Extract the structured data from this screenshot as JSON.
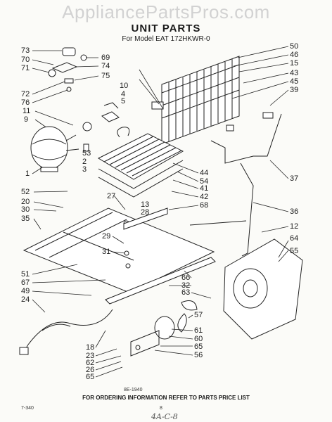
{
  "watermark": "AppliancePartsPros.com",
  "title": "UNIT PARTS",
  "subtitle": "For Model EAT 172HKWR-0",
  "callouts_left": [
    "73",
    "70",
    "71",
    "72",
    "76",
    "11",
    "9",
    "1",
    "52",
    "20",
    "30",
    "35",
    "51",
    "67",
    "49",
    "24",
    "18",
    "23",
    "62",
    "26",
    "65"
  ],
  "callouts_center": [
    "69",
    "74",
    "75",
    "10",
    "4",
    "5",
    "53",
    "2",
    "3",
    "27",
    "13",
    "28",
    "29",
    "31",
    "57",
    "61",
    "60",
    "65",
    "56"
  ],
  "callouts_right": [
    "50",
    "46",
    "15",
    "43",
    "45",
    "39",
    "44",
    "54",
    "41",
    "42",
    "68",
    "37",
    "36",
    "12",
    "64",
    "55",
    "66",
    "32",
    "63"
  ],
  "footer_code": "8E-1940",
  "footer_note": "FOR ORDERING INFORMATION REFER TO PARTS PRICE LIST",
  "page_number": "8",
  "corner_code": "7-340",
  "handwritten_note": "4A-C-8"
}
